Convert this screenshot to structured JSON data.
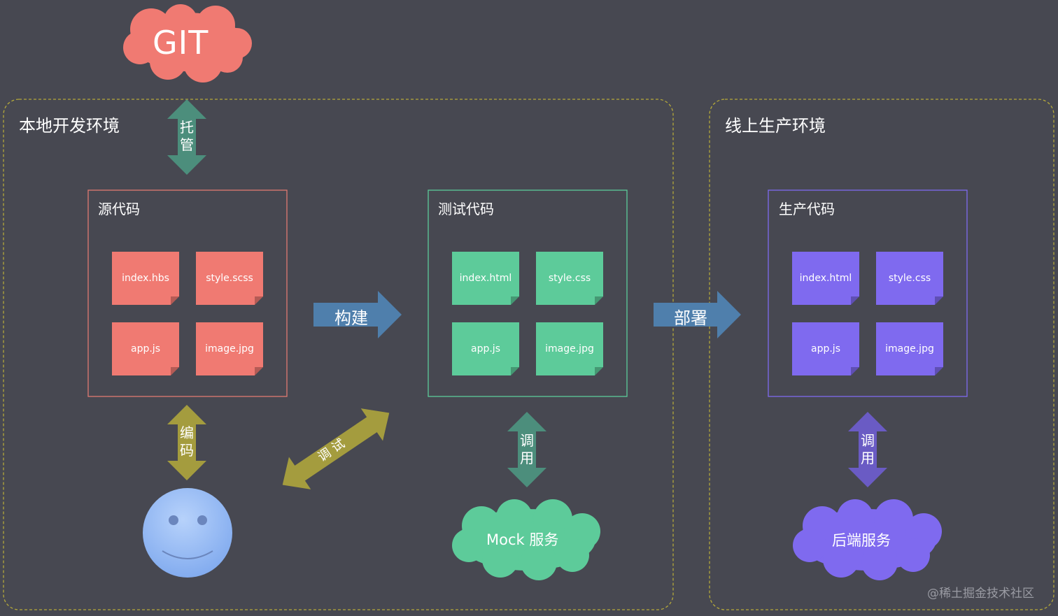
{
  "git": {
    "label": "GIT"
  },
  "environments": {
    "local": {
      "title": "本地开发环境"
    },
    "prod": {
      "title": "线上生产环境"
    }
  },
  "groups": {
    "source": {
      "title": "源代码",
      "color": "#f07a72",
      "files": [
        "index.hbs",
        "style.scss",
        "app.js",
        "image.jpg"
      ]
    },
    "test": {
      "title": "测试代码",
      "color": "#5dcb9a",
      "files": [
        "index.html",
        "style.css",
        "app.js",
        "image.jpg"
      ]
    },
    "production": {
      "title": "生产代码",
      "color": "#7f6aef",
      "files": [
        "index.html",
        "style.css",
        "app.js",
        "image.jpg"
      ]
    }
  },
  "arrows": {
    "host": {
      "chars": [
        "托",
        "管"
      ],
      "color": "#4c8e7c"
    },
    "code": {
      "chars": [
        "编",
        "码"
      ],
      "color": "#a49c3e"
    },
    "debug": {
      "label": "调 试",
      "color": "#a49c3e"
    },
    "build": {
      "label": "构建",
      "color": "#4f7fac"
    },
    "deploy": {
      "label": "部署",
      "color": "#4f7fac"
    },
    "call_mock": {
      "chars": [
        "调",
        "用"
      ],
      "color": "#4c8e7c"
    },
    "call_backend": {
      "chars": [
        "调",
        "用"
      ],
      "color": "#6a5bc4"
    }
  },
  "services": {
    "mock": {
      "label": "Mock 服务",
      "color": "#5dcb9a"
    },
    "backend": {
      "label": "后端服务",
      "color": "#7f6aef"
    }
  },
  "developer": {
    "icon": "smiley-face-icon",
    "color": "#8db7f5"
  },
  "watermark": "@稀土掘金技术社区"
}
